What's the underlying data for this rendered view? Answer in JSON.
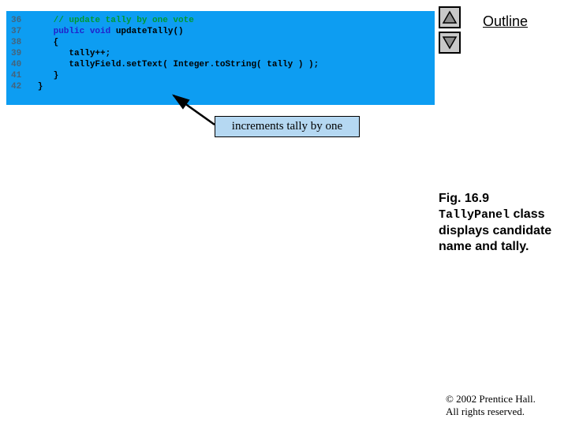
{
  "outline": {
    "title": "Outline"
  },
  "nav": {
    "up_icon": "up-triangle",
    "down_icon": "down-triangle"
  },
  "code_panel": {
    "background": "#0d9df2",
    "comment_color": "#009933",
    "keyword_color": "#2222cc",
    "line_number_color": "#44647c",
    "lines": [
      {
        "num": "36",
        "segments": [
          {
            "text": "      "
          },
          {
            "text": "// update tally by one vote",
            "style": "cm"
          }
        ]
      },
      {
        "num": "37",
        "segments": [
          {
            "text": "      "
          },
          {
            "text": "public",
            "style": "kw"
          },
          {
            "text": " "
          },
          {
            "text": "void",
            "style": "kw"
          },
          {
            "text": " updateTally()"
          }
        ]
      },
      {
        "num": "38",
        "segments": [
          {
            "text": "      {"
          }
        ]
      },
      {
        "num": "39",
        "segments": [
          {
            "text": "         tally++;"
          }
        ]
      },
      {
        "num": "40",
        "segments": [
          {
            "text": "         tallyField.setText( Integer.toString( tally ) );"
          }
        ]
      },
      {
        "num": "41",
        "segments": [
          {
            "text": "      }"
          }
        ]
      },
      {
        "num": "42",
        "segments": [
          {
            "text": "   }"
          }
        ]
      }
    ]
  },
  "callout": {
    "text": "increments tally by one",
    "background": "#b5d8f2"
  },
  "figure_caption": {
    "fig_label": "Fig. 16.9",
    "code_term": "TallyPanel",
    "rest": " class displays candidate name and tally."
  },
  "copyright": {
    "line1": "© 2002 Prentice Hall.",
    "line2": "All rights reserved."
  }
}
